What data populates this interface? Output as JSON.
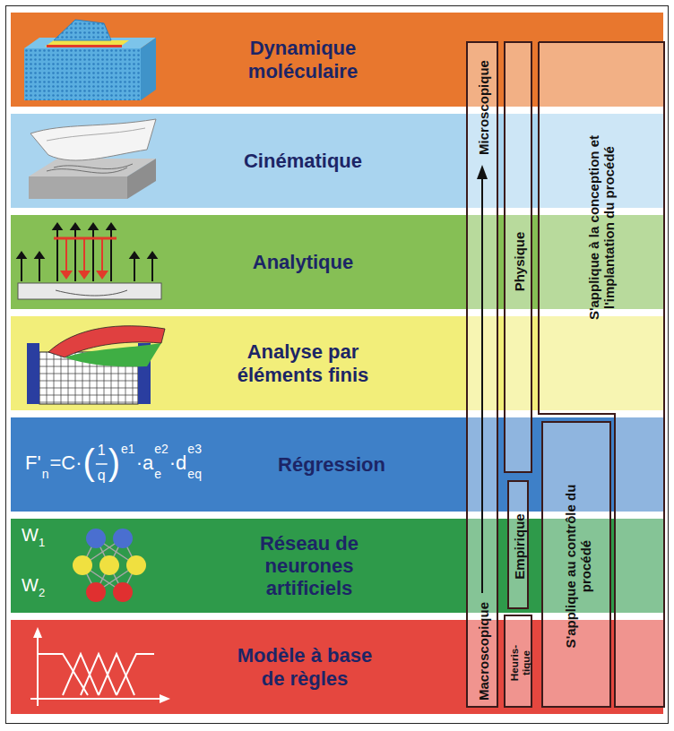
{
  "diagram": {
    "nodes": [
      {
        "text": [
          "Dynamique moléculaire"
        ]
      },
      {
        "text": [
          "Cinématique"
        ]
      },
      {
        "text": [
          "Analytique"
        ]
      },
      {
        "text": [
          "Analyse par éléments finis"
        ]
      },
      {
        "text": [
          "Régression"
        ]
      },
      {
        "text": [
          "Réseau de neurones artificiels"
        ]
      },
      {
        "text": [
          "Modèle à base de règles"
        ]
      },
      {
        "text": [
          "Microscopique",
          "Macroscopique"
        ]
      },
      {
        "text": [
          "Physique"
        ]
      },
      {
        "text": [
          "Empirique"
        ]
      },
      {
        "text": [
          "Heuris- tique"
        ]
      },
      {
        "text": [
          "S'applique à la conception et l'implantation du procédé"
        ]
      },
      {
        "text": [
          "S'applique au contrôle du procédé"
        ]
      }
    ],
    "labels": [
      "F'",
      "n",
      "=C·",
      "(",
      "1",
      "q",
      ")",
      "e1",
      "·a",
      "e",
      "e2",
      "·d",
      "eq",
      "e3",
      "W",
      "1",
      "W",
      "2"
    ]
  }
}
